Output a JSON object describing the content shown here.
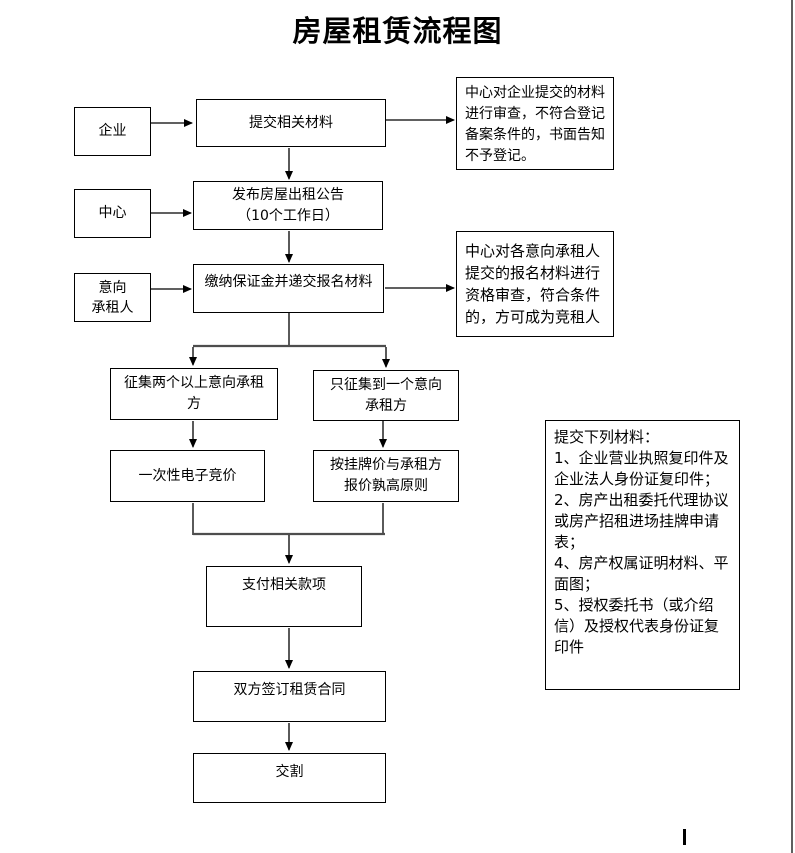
{
  "page": {
    "title": "房屋租赁流程图"
  },
  "flowchart": {
    "actors": {
      "enterprise": "企业",
      "center": "中心",
      "intended_lessee": "意向\n承租人"
    },
    "steps": {
      "submit_materials": "提交相关材料",
      "publish_notice": "发布房屋出租公告\n（10个工作日）",
      "pay_deposit": "缴纳保证金并递交报名材料",
      "branch_two_or_more": "征集两个以上意向承租方",
      "branch_only_one": "只征集到一个意向承租方",
      "electronic_bidding": "一次性电子竞价",
      "higher_price_rule": "按挂牌价与承租方报价孰高原则",
      "pay_fees": "支付相关款项",
      "sign_contract": "双方签订租赁合同",
      "handover": "交割"
    },
    "notes": {
      "review_note": "中心对企业提交的材料进行审查，不符合登记备案条件的，书面告知不予登记。",
      "qualification_note": "中心对各意向承租人提交的报名材料进行资格审查，符合条件的，方可成为竞租人",
      "materials_note": {
        "heading": "提交下列材料：",
        "items": [
          "1、企业营业执照复印件及企业法人身份证复印件；",
          "2、房产出租委托代理协议或房产招租进场挂牌申请表；",
          "4、房产权属证明材料、平面图；",
          "5、授权委托书（或介绍信）及授权代表身份证复印件"
        ]
      }
    }
  }
}
